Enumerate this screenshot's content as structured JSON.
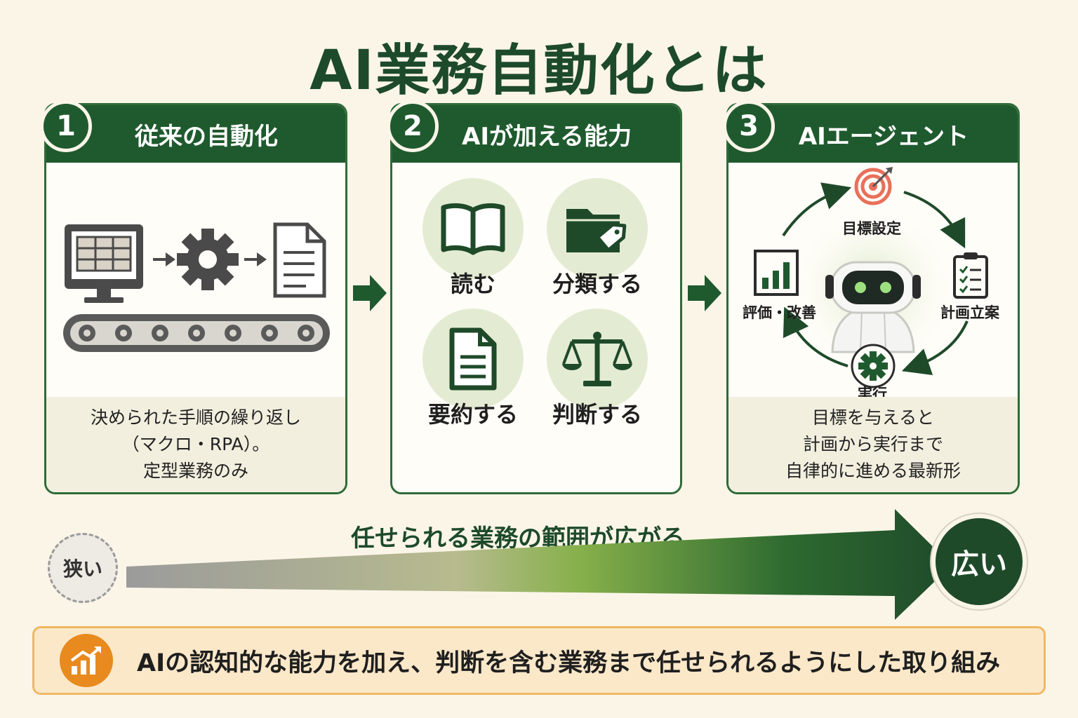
{
  "title": "AI業務自動化とは",
  "cards": [
    {
      "number": "1",
      "heading": "従来の自動化",
      "description": [
        "決められた手順の繰り返し",
        "（マクロ・RPA）。",
        "定型業務のみ"
      ]
    },
    {
      "number": "2",
      "heading": "AIが加える能力",
      "abilities": [
        "読む",
        "分類する",
        "要約する",
        "判断する"
      ]
    },
    {
      "number": "3",
      "heading": "AIエージェント",
      "cycle": [
        "目標設定",
        "計画立案",
        "実行",
        "評価・改善"
      ],
      "description": [
        "目標を与えると",
        "計画から実行まで",
        "自律的に進める最新形"
      ]
    }
  ],
  "range": {
    "label": "任せられる業務の範囲が広がる",
    "start": "狭い",
    "end": "広い"
  },
  "summary": "AIの認知的な能力を加え、判断を含む業務まで任せられるようにした取り組み",
  "colors": {
    "primary": "#1f5a2e",
    "background": "#fbf5e8",
    "accent": "#e88a1e",
    "ability_circle": "#e3ecd3"
  },
  "icons": [
    "computer-icon",
    "gear-icon",
    "document-icon",
    "conveyor-icon",
    "book-icon",
    "folder-tag-icon",
    "document-icon",
    "scales-icon",
    "target-icon",
    "clipboard-icon",
    "gear-icon",
    "bar-chart-icon",
    "robot-icon",
    "growth-chart-icon"
  ]
}
